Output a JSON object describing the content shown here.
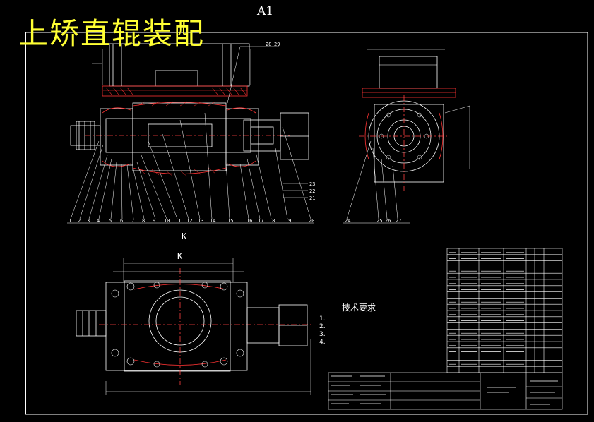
{
  "drawing": {
    "title": "上矫直辊装配",
    "sheet_size": "A1",
    "view_label_k_marker": "K",
    "view_label_k": "K",
    "tech_requirements_title": "技术要求",
    "tech_requirements_notes": "1.\n2.\n3.\n4."
  },
  "balloons": {
    "front_view": [
      "1",
      "2",
      "3",
      "4",
      "5",
      "6",
      "7",
      "8",
      "9",
      "10",
      "11",
      "12",
      "13",
      "14",
      "15",
      "16",
      "17",
      "18",
      "19",
      "20"
    ],
    "top_right": [
      "28",
      "29"
    ],
    "right_stack": [
      "23",
      "22",
      "21"
    ],
    "side_view": [
      "24",
      "25",
      "26",
      "27"
    ]
  },
  "colors": {
    "background": "#000000",
    "line_white": "#ffffff",
    "title_yellow": "#ffff33",
    "section_red": "#ff3333",
    "center_red": "#ff4040",
    "dimension_cyan": "#33ffff"
  }
}
